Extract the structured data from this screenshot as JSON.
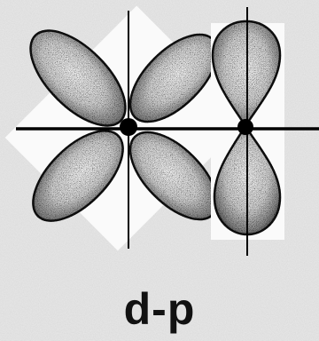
{
  "caption": "d-p",
  "colors": {
    "background": "#e9e9e9",
    "panel": "#fafafa",
    "lobe_outline": "#151515",
    "lobe_shade": "#6e6e6e",
    "axis": "#000000",
    "nucleus": "#000000"
  },
  "figure": {
    "left_orbital": "d",
    "right_orbital": "p"
  }
}
